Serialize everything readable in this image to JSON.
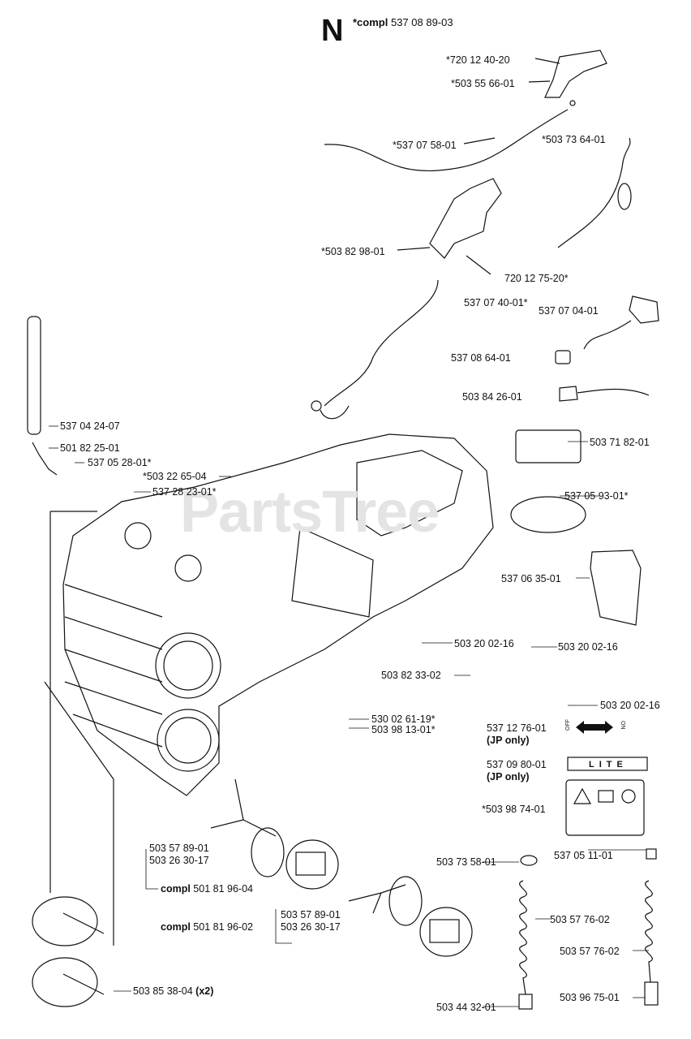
{
  "section_letter": "N",
  "assembly": {
    "prefix": "*compl",
    "number": "537 08 89-03"
  },
  "watermark": "PartsTree",
  "parts": [
    {
      "id": "p1",
      "number": "*720 12 40-20"
    },
    {
      "id": "p2",
      "number": "*503 55 66-01"
    },
    {
      "id": "p3",
      "number": "*537 07 58-01"
    },
    {
      "id": "p4",
      "number": "*503 73 64-01"
    },
    {
      "id": "p5",
      "number": "*503 82 98-01"
    },
    {
      "id": "p6",
      "number": "720 12 75-20*"
    },
    {
      "id": "p7",
      "number": "537 07 40-01*"
    },
    {
      "id": "p8",
      "number": "537 07 04-01"
    },
    {
      "id": "p9",
      "number": "537 08 64-01"
    },
    {
      "id": "p10",
      "number": "503 84 26-01"
    },
    {
      "id": "p11",
      "number": "537 04 24-07"
    },
    {
      "id": "p12",
      "number": "501 82 25-01"
    },
    {
      "id": "p13",
      "number": "537 05 28-01*"
    },
    {
      "id": "p14",
      "number": "*503 22 65-04"
    },
    {
      "id": "p15",
      "number": "537 28 23-01*"
    },
    {
      "id": "p16",
      "number": "503 71 82-01"
    },
    {
      "id": "p17",
      "number": "537 05 93-01*"
    },
    {
      "id": "p18",
      "number": "537 06 35-01"
    },
    {
      "id": "p19",
      "number": "503 20 02-16"
    },
    {
      "id": "p20",
      "number": "503 20 02-16"
    },
    {
      "id": "p21",
      "number": "503 82 33-02"
    },
    {
      "id": "p22",
      "number": "503 20 02-16"
    },
    {
      "id": "p23",
      "number": "530 02 61-19*"
    },
    {
      "id": "p24",
      "number": "503 98 13-01*"
    },
    {
      "id": "p25",
      "number": "537 12 76-01",
      "note": "(JP only)"
    },
    {
      "id": "p26",
      "number": "537 09 80-01",
      "note": "(JP only)"
    },
    {
      "id": "p27",
      "number": "*503 98 74-01"
    },
    {
      "id": "p28",
      "number": "503 57 89-01"
    },
    {
      "id": "p29",
      "number": "503 26 30-17"
    },
    {
      "id": "p30",
      "prefix": "compl",
      "number": "501 81 96-04"
    },
    {
      "id": "p31",
      "number": "503 57 89-01"
    },
    {
      "id": "p32",
      "number": "503 26 30-17"
    },
    {
      "id": "p33",
      "prefix": "compl",
      "number": "501 81 96-02"
    },
    {
      "id": "p34",
      "number": "503 73 58-01"
    },
    {
      "id": "p35",
      "number": "503 57 76-02"
    },
    {
      "id": "p36",
      "number": "537 05 11-01"
    },
    {
      "id": "p37",
      "number": "503 57 76-02"
    },
    {
      "id": "p38",
      "number": "503 85 38-04",
      "qty": "(x2)"
    },
    {
      "id": "p39",
      "number": "503 44 32-01"
    },
    {
      "id": "p40",
      "number": "503 96 75-01"
    }
  ],
  "switch": {
    "off": "OFF",
    "on": "ON"
  },
  "decal_text": "LITE"
}
